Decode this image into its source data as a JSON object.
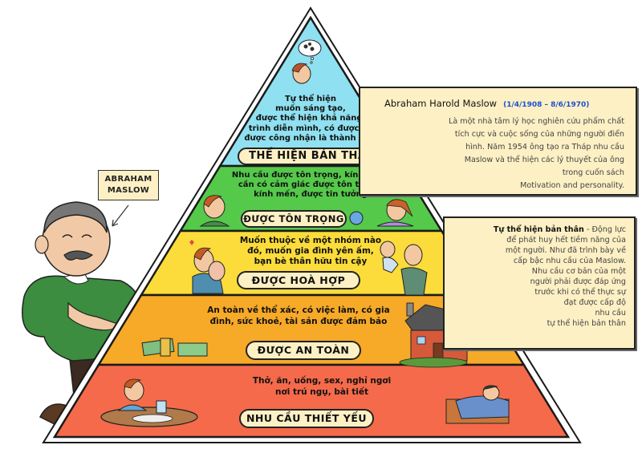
{
  "diagram": {
    "type": "pyramid",
    "subject": "Tháp nhu cầu Maslow",
    "tiers": [
      {
        "level": 5,
        "title": "THỂ HIỆN BẢN THÂN",
        "description_lines": [
          "Tự thể hiện",
          "muốn sáng tạo,",
          "được thể hiện khả năng,",
          "trình diễn mình, có được và",
          "được công nhận là thành đạt."
        ],
        "color": "#8fe0f0",
        "illustration": "thinking-boy"
      },
      {
        "level": 4,
        "title": "ĐƯỢC TÔN TRỌNG",
        "description_lines": [
          "Nhu cầu được tôn trọng, kính mến,",
          "cần có cảm giác được tôn trọng,",
          "kính mến, được tin tưởng"
        ],
        "color": "#55c94a",
        "illustration": "children-award-ribbon"
      },
      {
        "level": 3,
        "title": "ĐƯỢC HOÀ HỢP",
        "description_lines": [
          "Muốn thuộc về một nhóm nào",
          "đó, muốn gia đình yên ấm,",
          "bạn bè thân hữu tin cậy"
        ],
        "color": "#fbdc3a",
        "illustration": "family-hug-and-baby"
      },
      {
        "level": 2,
        "title": "ĐƯỢC AN TOÀN",
        "description_lines": [
          "An toàn về thể xác, có việc làm, có gia",
          "đình, sức khoẻ, tài sản được đảm bảo"
        ],
        "color": "#f7a928",
        "illustration": "money-and-house"
      },
      {
        "level": 1,
        "title": "NHU CẦU THIẾT YẾU",
        "description_lines": [
          "Thở, ăn, uống, sex, nghỉ ngơi",
          "nơi trú ngụ, bài tiết"
        ],
        "color": "#f56a4a",
        "illustration": "eating-and-sleeping"
      }
    ]
  },
  "maslow_label": {
    "lines": [
      "ABRAHAM",
      "MASLOW"
    ]
  },
  "info_box_bio": {
    "name": "Abraham Harold Maslow",
    "dates": "(1/4/1908 – 8/6/1970)",
    "body_lines": [
      "Là một nhà tâm lý học nghiên cứu phẩm chất",
      "tích cực và cuộc sống của những người điển",
      "hình. Năm 1954 ông tạo ra Tháp nhu cầu",
      "Maslow và thể hiện các lý thuyết của ông",
      "trong cuốn sách",
      "Motivation and personality."
    ]
  },
  "info_box_self": {
    "term": "Tự thể hiện bản thân",
    "first_line_rest": " - Động lực",
    "body_lines": [
      "để phát huy hết tiềm năng của",
      "một người. Như đã trình bày về",
      "cấp bậc nhu cầu của Maslow.",
      "Nhu cầu cơ bản của một",
      "người phải được đáp ứng",
      "trước khi có thể thực sự",
      "đạt được cấp độ",
      "nhu cầu",
      "tự thể hiện bản thân"
    ]
  },
  "colors": {
    "outline": "#1a1a1a",
    "pill_fill": "#fdf0c4",
    "box_fill": "#fdf0c4",
    "date_blue": "#1d4fd0",
    "sweater_green": "#3c8d3f"
  }
}
